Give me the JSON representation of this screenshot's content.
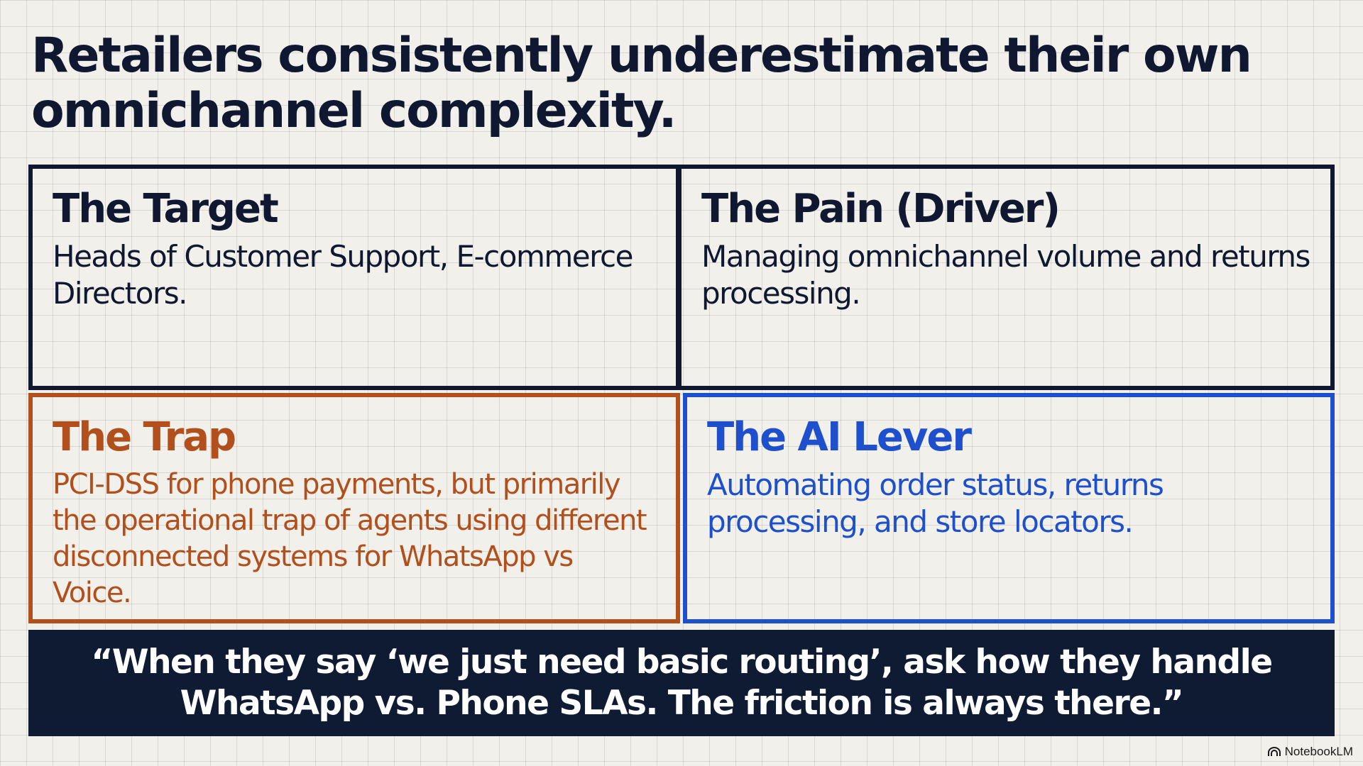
{
  "title": "Retailers consistently underestimate their own omnichannel complexity.",
  "cards": {
    "target": {
      "heading": "The Target",
      "body": "Heads of Customer Support, E-commerce Directors."
    },
    "pain": {
      "heading": "The Pain (Driver)",
      "body": "Managing omnichannel volume and returns processing."
    },
    "trap": {
      "heading": "The Trap",
      "body": "PCI-DSS for phone payments, but primarily the operational trap of agents using different disconnected systems for WhatsApp vs Voice."
    },
    "ai_lever": {
      "heading": "The AI Lever",
      "body": "Automating order status, returns processing, and store locators."
    }
  },
  "quote": "“When they say ‘we just need basic routing’, ask how they handle WhatsApp vs. Phone SLAs. The friction is always there.”",
  "brand": {
    "icon": "notebooklm-icon",
    "label": "NotebookLM"
  },
  "colors": {
    "navy": "#0f1830",
    "trap_orange": "#b14f1d",
    "ai_blue": "#1e4fcc",
    "quote_background": "#0f1a33",
    "page_background": "#f1f0ea"
  }
}
